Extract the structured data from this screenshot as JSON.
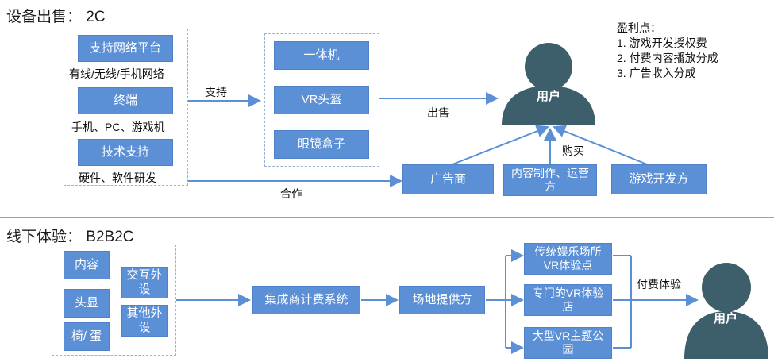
{
  "section1": {
    "title": "设备出售： 2C",
    "left_boxes": [
      "支持网络平台",
      "终端",
      "技术支持"
    ],
    "left_captions": [
      "有线/无线/手机网络",
      "手机、PC、游戏机",
      "硬件、软件研发"
    ],
    "middle_boxes": [
      "一体机",
      "VR头盔",
      "眼镜盒子"
    ],
    "support_label": "支持",
    "sell_label": "出售",
    "cooperate_label": "合作",
    "buy_label": "购买",
    "user_label": "用户",
    "partner_boxes": [
      "广告商",
      "内容制作、运营方",
      "游戏开发方"
    ],
    "profit_title": "盈利点：",
    "profit_items": [
      "1. 游戏开发授权费",
      "2. 付费内容播放分成",
      "3. 广告收入分成"
    ]
  },
  "section2": {
    "title": "线下体验： B2B2C",
    "left_boxes": [
      "内容",
      "头显",
      "椅/ 蛋",
      "交互外设",
      "其他外设"
    ],
    "integrator": "集成商计费系统",
    "venue": "场地提供方",
    "venue_types": [
      "传统娱乐场所VR体验点",
      "专门的VR体验店",
      "大型VR主题公园"
    ],
    "pay_label": "付费体验",
    "user_label": "用户"
  },
  "colors": {
    "box": "#5b8fd6",
    "user": "#3d5e6b",
    "line": "#5b8fd6",
    "separator": "#7ea6d8"
  }
}
